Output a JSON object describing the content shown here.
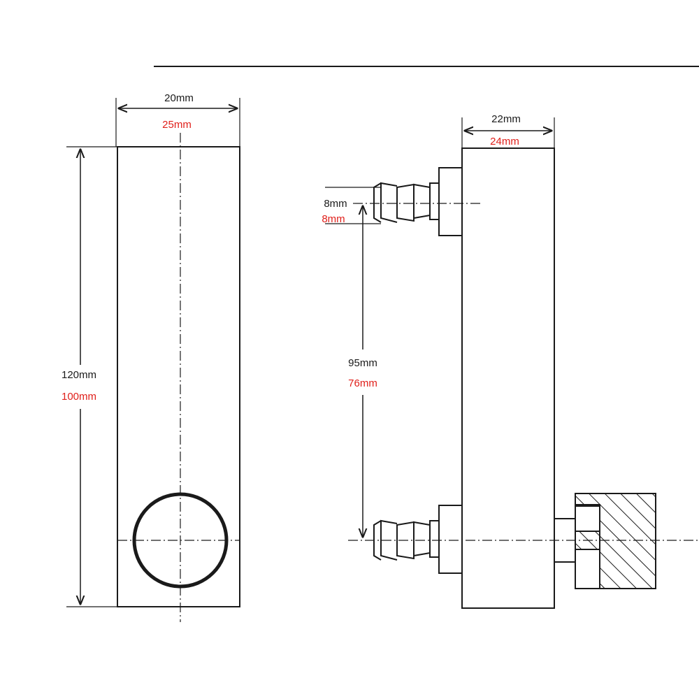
{
  "colors": {
    "ink": "#1a1a1a",
    "accent_red": "#e0201b",
    "background": "#ffffff"
  },
  "front_view": {
    "width_label": "20mm",
    "width_label_alt": "25mm",
    "height_label": "120mm",
    "height_label_alt": "100mm"
  },
  "side_view": {
    "depth_label": "22mm",
    "depth_label_alt": "24mm",
    "barb_label": "8mm",
    "barb_label_alt": "8mm",
    "spacing_label": "95mm",
    "spacing_label_alt": "76mm"
  }
}
